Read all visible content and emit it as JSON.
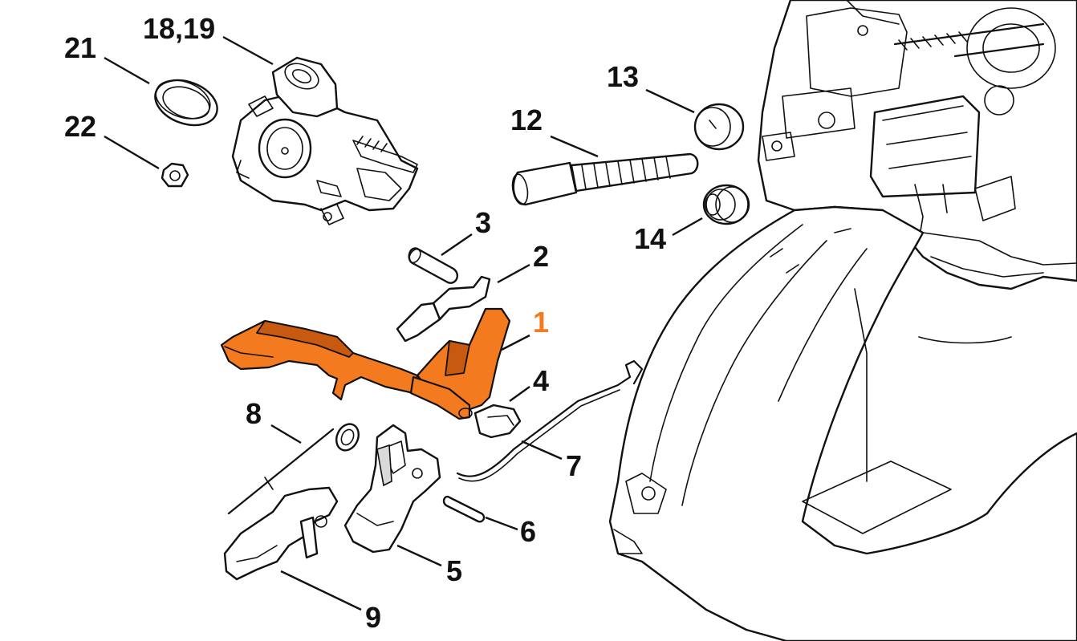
{
  "highlight_color": "#f47a20",
  "callouts": {
    "p1": "1",
    "p2": "2",
    "p3": "3",
    "p4": "4",
    "p5": "5",
    "p6": "6",
    "p7": "7",
    "p8": "8",
    "p9": "9",
    "p12": "12",
    "p13": "13",
    "p14": "14",
    "p18_19": "18,19",
    "p21": "21",
    "p22": "22"
  }
}
